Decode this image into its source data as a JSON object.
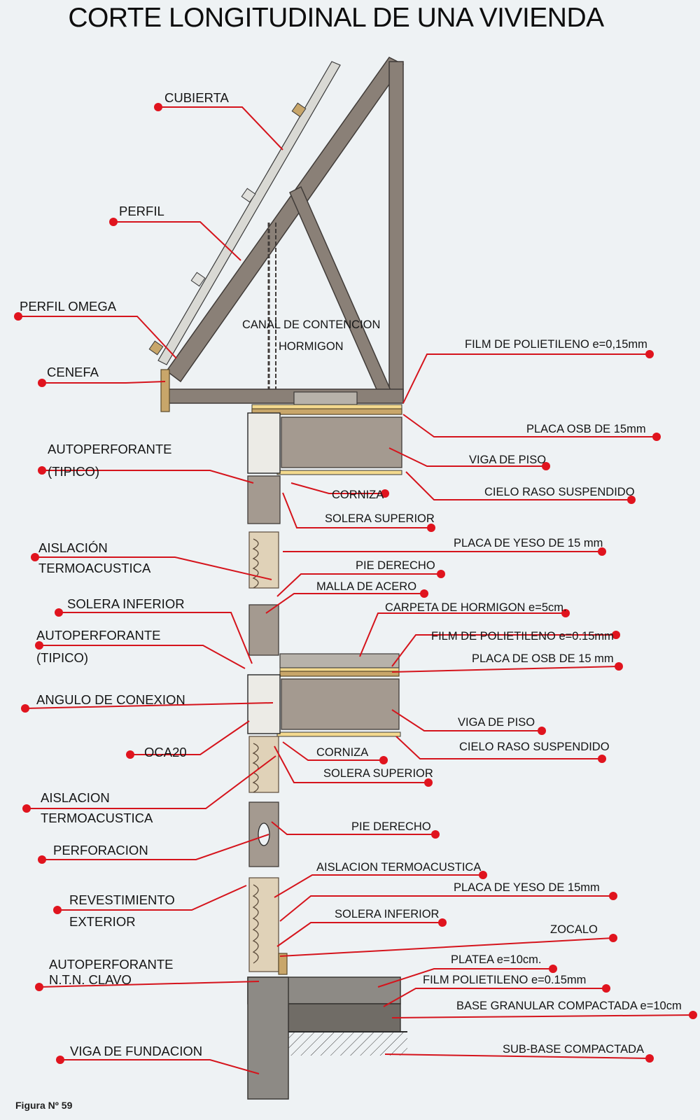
{
  "title": "CORTE LONGITUDINAL DE UNA VIVIENDA",
  "figure_caption": "Figura Nº 59",
  "labels": {
    "cubierta": "CUBIERTA",
    "perfil": "PERFIL",
    "perfil_omega": "PERFIL OMEGA",
    "cenefa": "CENEFA",
    "canal_contencion_1": "CANAL DE CONTENCION",
    "canal_contencion_2": "HORMIGON",
    "film_polietileno_1": "FILM DE POLIETILENO e=0,15mm",
    "placa_osb_1": "PLACA OSB DE 15mm",
    "autoperforante_1_a": "AUTOPERFORANTE",
    "autoperforante_1_b": "(TIPICO)",
    "viga_piso_1": "VIGA DE PISO",
    "cornisa_1": "CORNIZA",
    "cielo_raso_1": "CIELO RASO SUSPENDIDO",
    "solera_superior_1": "SOLERA SUPERIOR",
    "aislacion_1_a": "AISLACIÓN",
    "aislacion_1_b": "TERMOACUSTICA",
    "placa_yeso_1": "PLACA DE YESO DE 15 mm",
    "pie_derecho_1": "PIE DERECHO",
    "malla_acero": "MALLA DE ACERO",
    "solera_inferior_1": "SOLERA INFERIOR",
    "carpeta_hormigon": "CARPETA DE HORMIGON e=5cm.",
    "autoperforante_2_a": "AUTOPERFORANTE",
    "autoperforante_2_b": "(TIPICO)",
    "film_polietileno_2": "FILM DE POLIETILENO e=0.15mm",
    "placa_osb_2": "PLACA DE OSB DE 15 mm",
    "angulo_conexion": "ANGULO DE CONEXION",
    "viga_piso_2": "VIGA DE PISO",
    "oca20": "OCA20",
    "cornisa_2": "CORNIZA",
    "cielo_raso_2": "CIELO RASO SUSPENDIDO",
    "solera_superior_2": "SOLERA SUPERIOR",
    "aislacion_2_a": "AISLACION",
    "aislacion_2_b": "TERMOACUSTICA",
    "pie_derecho_2": "PIE DERECHO",
    "perforacion": "PERFORACION",
    "aislacion_3": "AISLACION TERMOACUSTICA",
    "revestimiento_a": "REVESTIMIENTO",
    "revestimiento_b": "EXTERIOR",
    "placa_yeso_2": "PLACA DE YESO DE 15mm",
    "solera_inferior_2": "SOLERA INFERIOR",
    "zocalo": "ZOCALO",
    "autoperforante_3_a": "AUTOPERFORANTE",
    "autoperforante_3_b": "N.T.N. CLAVO",
    "platea": "PLATEA e=10cm.",
    "film_polietileno_3": "FILM POLIETILENO e=0.15mm",
    "base_granular": "BASE GRANULAR COMPACTADA e=10cm",
    "viga_fundacion": "VIGA DE FUNDACION",
    "sub_base": "SUB-BASE COMPACTADA"
  },
  "colors": {
    "leader": "#d5141c",
    "dot": "#e0141e",
    "background": "#eef2f4"
  }
}
